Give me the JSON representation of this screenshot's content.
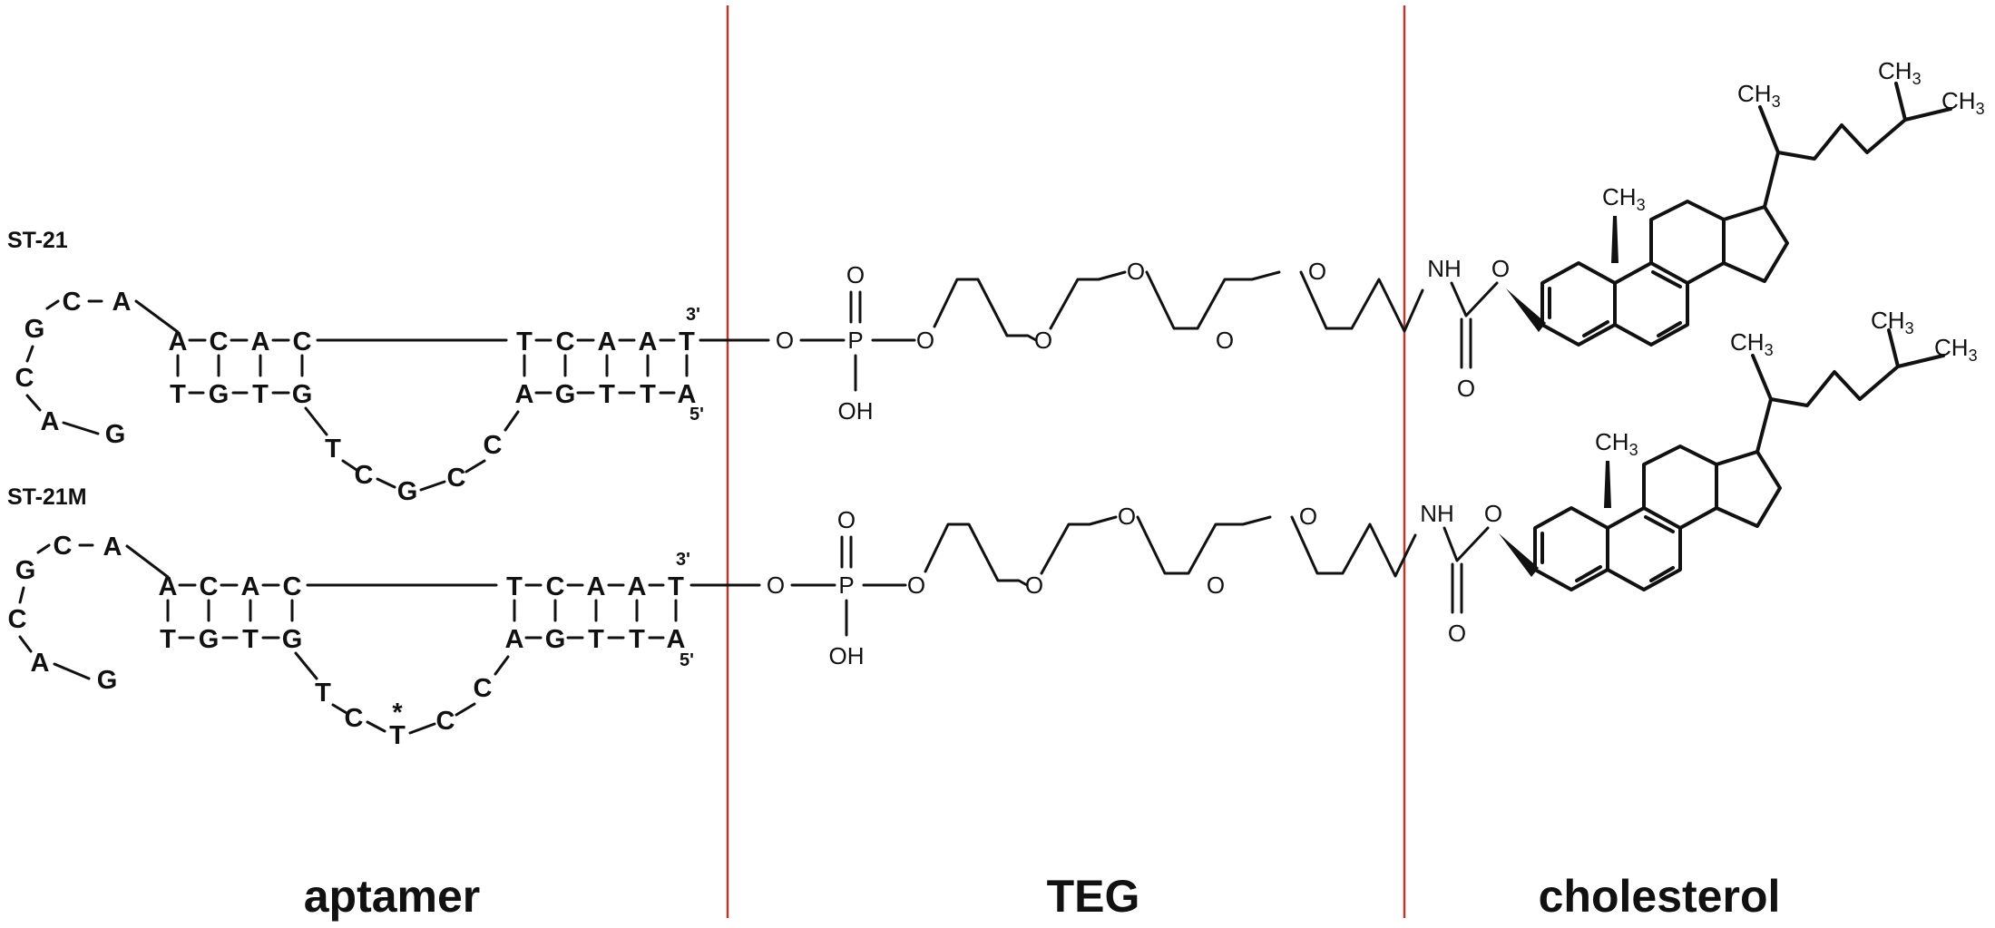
{
  "strands": [
    {
      "name": "ST-21",
      "loop": [
        "G",
        "C",
        "A",
        "G",
        "C",
        "A"
      ],
      "stem1_top": [
        "A",
        "C",
        "A",
        "C"
      ],
      "stem1_bottom": [
        "T",
        "G",
        "T",
        "G"
      ],
      "stem2_top": [
        "T",
        "C",
        "A",
        "A",
        "T"
      ],
      "stem2_bottom": [
        "A",
        "G",
        "T",
        "T",
        "A"
      ],
      "bottom_loop": [
        "T",
        "C",
        "G",
        "C",
        "C"
      ],
      "mark": "",
      "prime3": "3'",
      "prime5": "5'"
    },
    {
      "name": "ST-21M",
      "loop": [
        "G",
        "C",
        "A",
        "G",
        "C",
        "A"
      ],
      "stem1_top": [
        "A",
        "C",
        "A",
        "C"
      ],
      "stem1_bottom": [
        "T",
        "G",
        "T",
        "G"
      ],
      "stem2_top": [
        "T",
        "C",
        "A",
        "A",
        "T"
      ],
      "stem2_bottom": [
        "A",
        "G",
        "T",
        "T",
        "A"
      ],
      "bottom_loop": [
        "T",
        "C",
        "T",
        "C",
        "C"
      ],
      "mark": "*",
      "prime3": "3'",
      "prime5": "5'"
    }
  ],
  "linker": {
    "phosphate": {
      "o": "O",
      "p": "P",
      "oh": "OH"
    },
    "ether_o": "O",
    "nh": "NH",
    "carbonyl_o": "O",
    "ch3": "CH",
    "sub3": "3"
  },
  "sections": {
    "aptamer": "aptamer",
    "teg": "TEG",
    "cholesterol": "cholesterol"
  },
  "colors": {
    "divider": "#b23a2e",
    "ink": "#111111"
  }
}
